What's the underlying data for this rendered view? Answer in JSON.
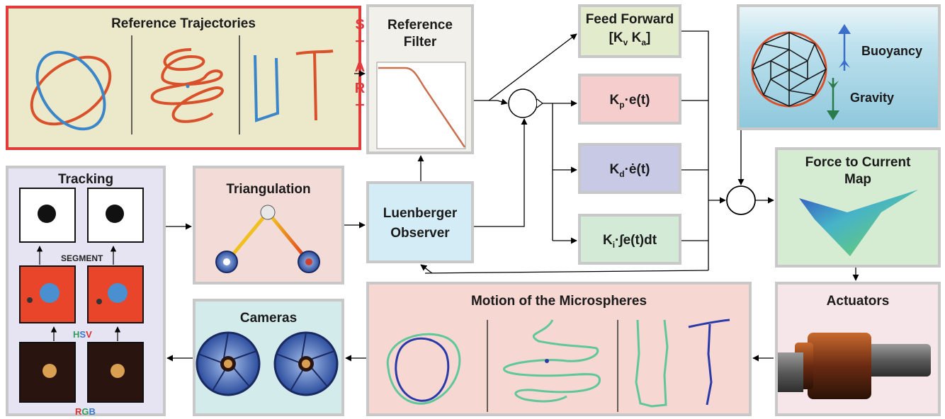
{
  "blocks": {
    "reference_trajectories": "Reference Trajectories",
    "start_letters": [
      "S",
      "T",
      "A",
      "R",
      "T"
    ],
    "reference_filter": [
      "Reference",
      "Filter"
    ],
    "feed_forward": [
      "Feed Forward",
      "[K",
      "v",
      " K",
      "a",
      "]"
    ],
    "kp": [
      "K",
      "p",
      "·e(t)"
    ],
    "kd": [
      "K",
      "d",
      "·ė(t)"
    ],
    "ki": [
      "K",
      "i",
      "·∫e(t)dt"
    ],
    "buoyancy": "Buoyancy",
    "gravity": "Gravity",
    "force_to_current": [
      "Force to Current",
      "Map"
    ],
    "tracking": "Tracking",
    "segment": "SEGMENT",
    "hsv": [
      "H",
      "S",
      "V"
    ],
    "rgb": [
      "R",
      "G",
      "B"
    ],
    "triangulation": "Triangulation",
    "luenberger": [
      "Luenberger",
      "Observer"
    ],
    "cameras": "Cameras",
    "motion": "Motion of the Microspheres",
    "actuators": "Actuators",
    "sum_plus": "+",
    "sum_minus": "-",
    "sum_plus2": "+"
  },
  "colors": {
    "ref_traj_bg": "#ece9cb",
    "ref_traj_border": "#e23b3b",
    "filter_bg": "#f2f0ea",
    "feed_bg": "#e3ebcd",
    "kp_bg": "#f6cdcd",
    "kd_bg": "#c8c9e4",
    "ki_bg": "#d3ead6",
    "water": "#a8d6e6",
    "force_bg": "#d6ecd2",
    "tracking_bg": "#e6e4f2",
    "tri_bg": "#f3dcd8",
    "luen_bg": "#d4ecf6",
    "cameras_bg": "#d4ebec",
    "motion_bg": "#f6d7d2",
    "act_bg": "#f6e6ea",
    "traj_orange": "#d9512a",
    "traj_blue": "#3b86c8",
    "motion_green": "#5fc79a",
    "motion_blue": "#2a3aa8",
    "start_red": "#e23b3b"
  }
}
